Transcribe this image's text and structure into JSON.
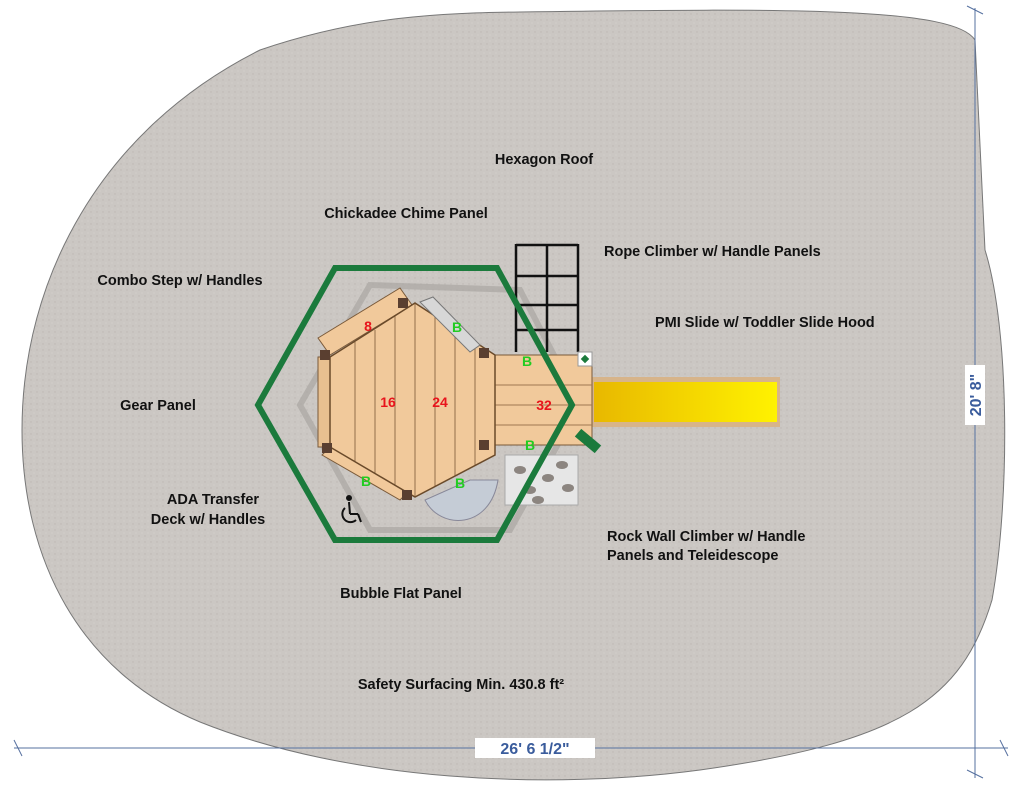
{
  "labels": {
    "hexagon_roof": "Hexagon Roof",
    "chickadee": "Chickadee Chime Panel",
    "rope_climber": "Rope Climber w/ Handle Panels",
    "combo_step": "Combo Step w/ Handles",
    "pmi_slide": "PMI Slide w/ Toddler Slide Hood",
    "gear_panel": "Gear Panel",
    "ada_line1": "ADA Transfer",
    "ada_line2": "Deck w/ Handles",
    "rock_wall_line1": "Rock Wall Climber w/ Handle",
    "rock_wall_line2": "Panels and Teleidescope",
    "bubble_panel": "Bubble Flat Panel",
    "safety_surfacing": "Safety Surfacing Min. 430.8 ft²"
  },
  "deck_heights": [
    "8",
    "16",
    "24",
    "32"
  ],
  "border_marker": "B",
  "dimensions": {
    "width": "26' 6 1/2\"",
    "height": "20' 8\""
  },
  "colors": {
    "surface": "#cbc7c3",
    "roof": "#1b7a3c",
    "deck": "#f1c99b",
    "slide": "#f7d800",
    "dimension": "#3a5c9c"
  }
}
